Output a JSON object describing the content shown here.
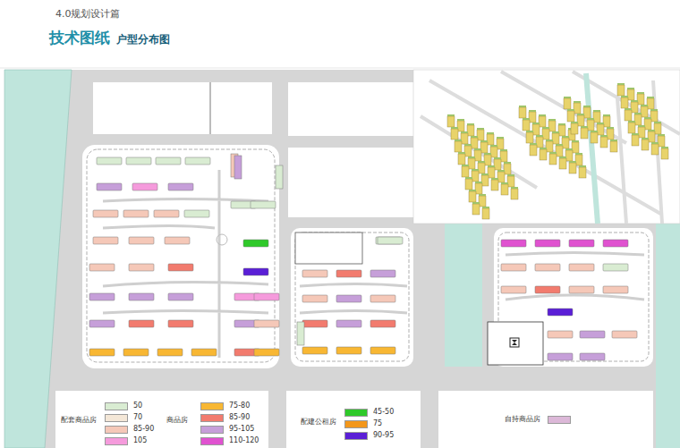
{
  "diagram": {
    "title": "技术图纸",
    "labels": [
      "4.0规划设计篇",
      "户型分布图",
      "配套商品房",
      "商品房",
      "配建公租房"
    ],
    "legend": [
      {
        "text": "50",
        "color": "#d9ecd2"
      },
      {
        "text": "70",
        "color": "#f4e7d7"
      },
      {
        "text": "85-90",
        "color": "#f5c8b8"
      },
      {
        "text": "105",
        "color": "#f59bdc"
      },
      {
        "text": "75-80",
        "color": "#f8b733"
      },
      {
        "text": "85-90",
        "color": "#f27b6e"
      },
      {
        "text": "95-105",
        "color": "#c69fd9"
      },
      {
        "text": "110-120",
        "color": "#e052d0"
      },
      {
        "text": "45-50",
        "color": "#2fc92a"
      },
      {
        "text": "75",
        "color": "#f3971b"
      },
      {
        "text": "90-95",
        "color": "#5a1fd6"
      },
      {
        "text": "自持商品房",
        "color": "#dcb8d8"
      }
    ]
  }
}
